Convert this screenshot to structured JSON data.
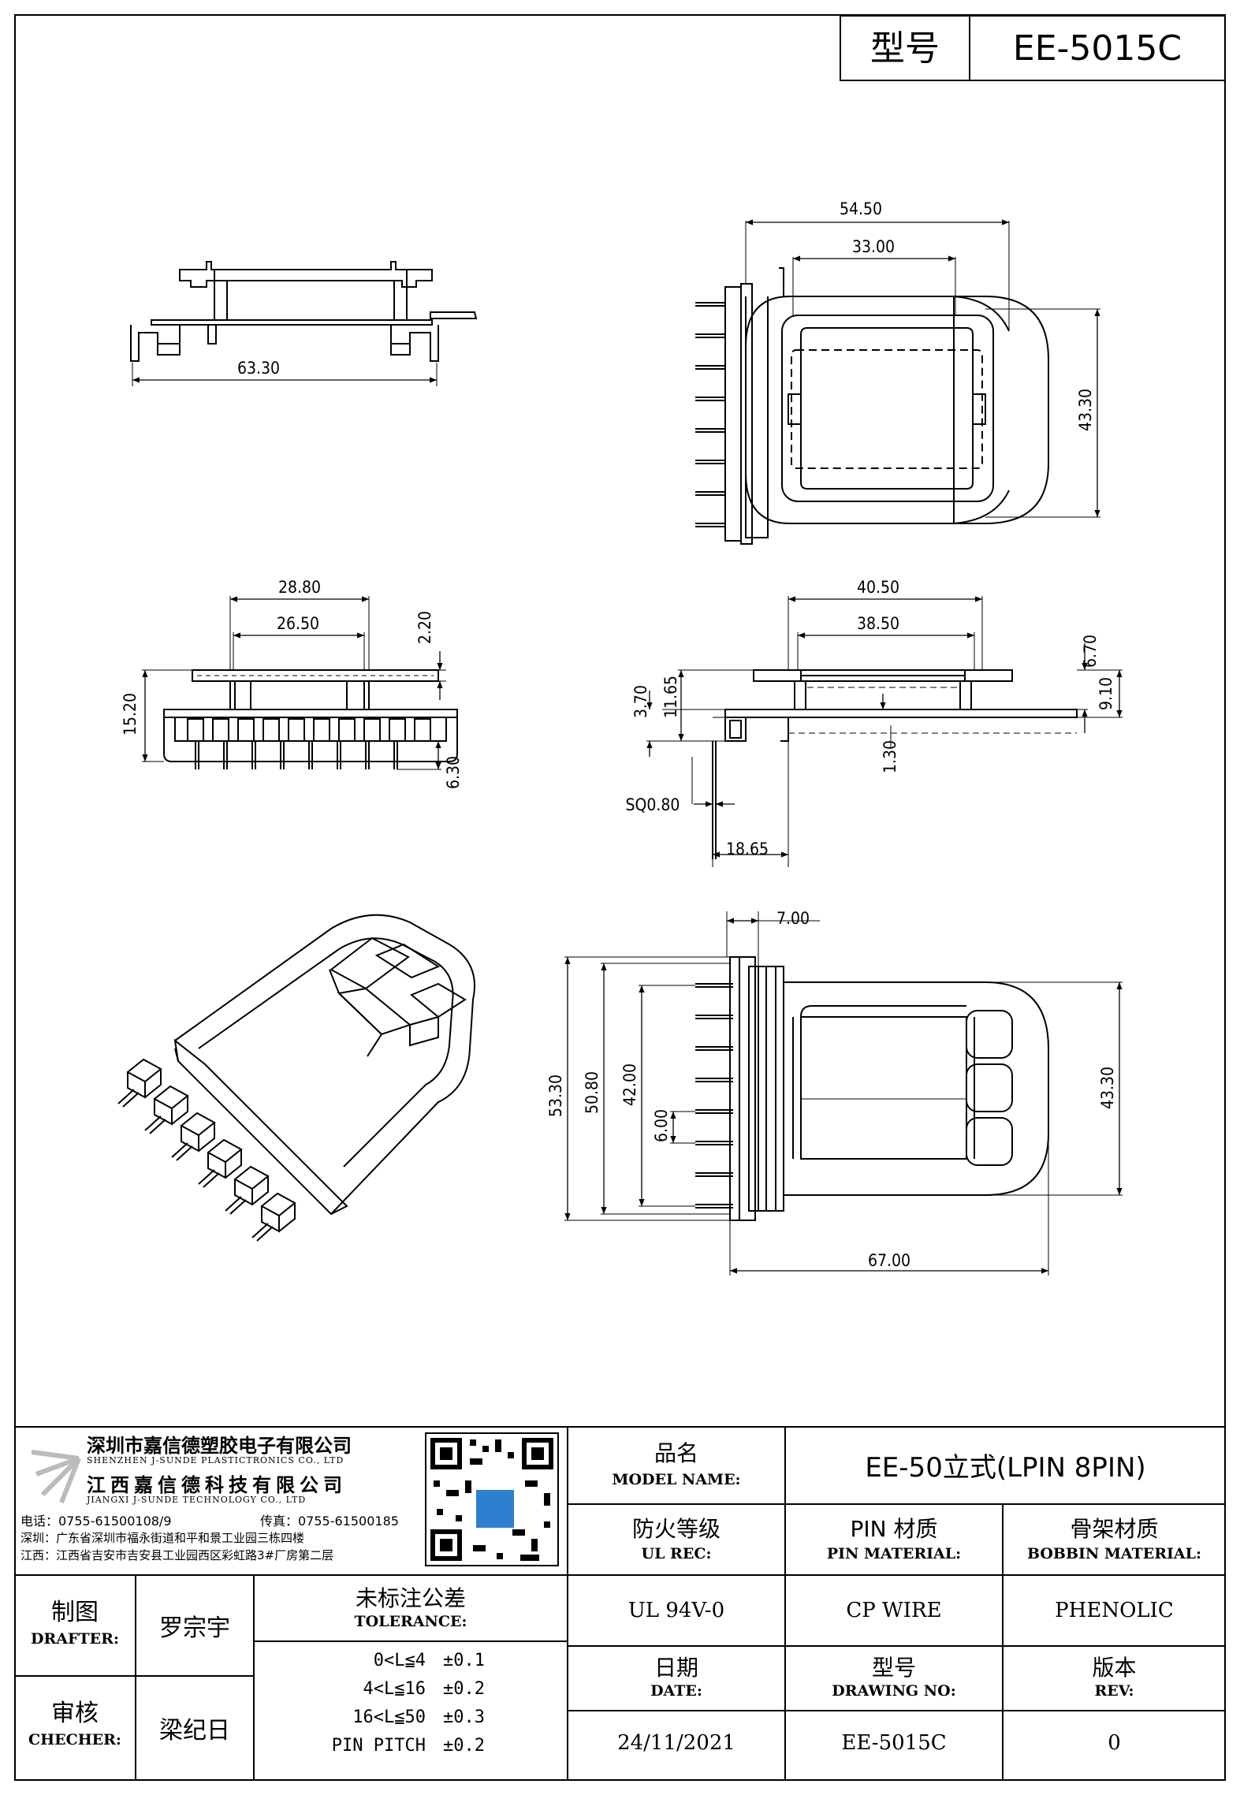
{
  "model_box": {
    "label": "型号",
    "value": "EE-5015C"
  },
  "dimensions": {
    "A": "54.50",
    "B": "33.00",
    "C": "43.30",
    "width_63": "63.30",
    "T": "28.80",
    "U": "26.50",
    "V": "2.20",
    "W": "15.20",
    "X": "6.30",
    "D": "40.50",
    "E": "38.50",
    "F": "6.70",
    "G": "9.10",
    "H": "1.30",
    "I": "11.65",
    "J": "3.70",
    "K": "SQ0.80",
    "L": "18.65",
    "M_top": "7.00",
    "N": "53.30",
    "O": "50.80",
    "P": "42.00",
    "Q": "6.00",
    "R": "43.30",
    "S": "67.00"
  },
  "company": {
    "name_cn_1": "深圳市嘉信德塑胶电子有限公司",
    "name_en_1": "SHENZHEN J-SUNDE PLASTICTRONICS CO., LTD",
    "name_cn_2": "江西嘉信德科技有限公司",
    "name_en_2": "JIANGXI J-SUNDE TECHNOLOGY CO., LTD",
    "phone": "电话：0755-61500108/9",
    "fax": "传真：0755-61500185",
    "addr_sz": "深圳：广东省深圳市福永街道和平和景工业园三栋四楼",
    "addr_jx": "江西：江西省吉安市吉安县工业园西区彩虹路3#厂房第二层"
  },
  "title_block": {
    "model_name_cn": "品名",
    "model_name_en": "MODEL NAME:",
    "model_name_value": "EE-50立式(LPIN 8PIN)",
    "ul_cn": "防火等级",
    "ul_en": "UL REC:",
    "pin_cn": "PIN 材质",
    "pin_en": "PIN MATERIAL:",
    "bobbin_cn": "骨架材质",
    "bobbin_en": "BOBBIN MATERIAL:",
    "ul_value": "UL 94V-0",
    "pin_value": "CP WIRE",
    "bobbin_value": "PHENOLIC",
    "date_cn": "日期",
    "date_en": "DATE:",
    "dwg_cn": "型号",
    "dwg_en": "DRAWING NO:",
    "rev_cn": "版本",
    "rev_en": "REV:",
    "date_value": "24/11/2021",
    "dwg_value": "EE-5015C",
    "rev_value": "0",
    "drafter_cn": "制图",
    "drafter_en": "DRAFTER:",
    "drafter_name": "罗宗宇",
    "checker_cn": "审核",
    "checker_en": "CHECHER:",
    "checker_name": "梁纪日",
    "tolerance_cn": "未标注公差",
    "tolerance_en": "TOLERANCE:",
    "tolerance_rows": [
      {
        "range": "0<L≦4",
        "value": "±0.1"
      },
      {
        "range": "4<L≦16",
        "value": "±0.2"
      },
      {
        "range": "16<L≦50",
        "value": "±0.3"
      },
      {
        "range": "PIN PITCH",
        "value": "±0.2"
      }
    ]
  }
}
